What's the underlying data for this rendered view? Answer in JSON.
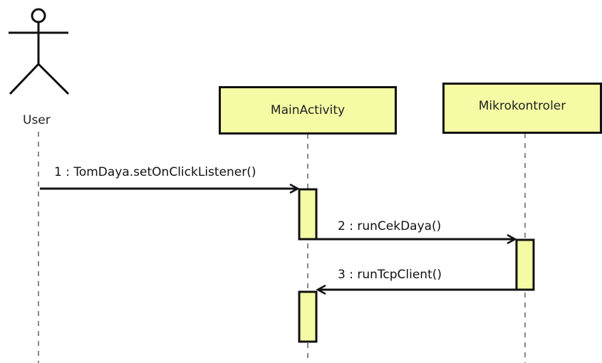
{
  "diagram": {
    "type": "sequence",
    "actor": {
      "name": "User"
    },
    "lifelines": [
      {
        "name": "MainActivity"
      },
      {
        "name": "Mikrokontroler"
      }
    ],
    "messages": [
      {
        "label": "1 :  TomDaya.setOnClickListener()",
        "from": "User",
        "to": "MainActivity",
        "kind": "call"
      },
      {
        "label": "2 : runCekDaya()",
        "from": "MainActivity",
        "to": "Mikrokontroler",
        "kind": "call"
      },
      {
        "label": "3 : runTcpClient()",
        "from": "Mikrokontroler",
        "to": "MainActivity",
        "kind": "call"
      }
    ],
    "colors": {
      "box_fill": "#f4fba4",
      "activation_fill": "#f4fba4",
      "stroke": "#111111",
      "lifeline": "#888888"
    }
  }
}
